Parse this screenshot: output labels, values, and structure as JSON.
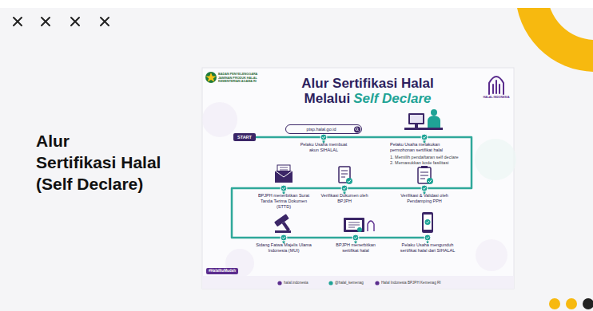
{
  "diagram": {
    "title": "Alur Sertifikasi Halal (Self Declare)",
    "nodes": [
      {
        "text": [
          "START"
        ]
      },
      {
        "text": [
          "ptsp.halal.go.id"
        ]
      },
      {
        "text": [
          "Pelaku Usaha membuat akun SIHALAL"
        ]
      },
      {
        "text": [
          "Pelaku Usaha melakukan permohonan sertifikat halal",
          "1. Memilih pendaftaran self declare 2. Memasukkan kode fasilitasi"
        ]
      },
      {
        "text": [
          "Verifikasi & Validasi oleh Pendamping PPH"
        ]
      },
      {
        "text": [
          "Verifikasi Dokumen oleh BPJPH"
        ]
      },
      {
        "text": [
          "BPJPH menerbitkan Surat Tanda Terima Dokumen (STTD)"
        ]
      },
      {
        "text": [
          "Sidang Fatwa Majelis Ulama Indonesia (MUI)"
        ]
      },
      {
        "text": [
          "BPJPH menerbitkan sertifikat halal"
        ]
      },
      {
        "text": [
          "Pelaku Usaha mengunduh sertifikat halal dari SIHALAL"
        ]
      }
    ],
    "edges": [
      {
        "from": 0,
        "to": 2,
        "arrow": "none"
      },
      {
        "from": 2,
        "to": 3,
        "arrow": "none"
      },
      {
        "from": 3,
        "to": 4,
        "arrow": "none"
      },
      {
        "from": 4,
        "to": 5,
        "arrow": "none"
      },
      {
        "from": 5,
        "to": 6,
        "arrow": "none"
      },
      {
        "from": 6,
        "to": 7,
        "arrow": "none"
      },
      {
        "from": 7,
        "to": 8,
        "arrow": "none"
      },
      {
        "from": 8,
        "to": 9,
        "arrow": "none"
      }
    ],
    "labels": [
      "BADAN PENYELENGGARA JAMINAN PRODUK HALAL KEMENTERIAN AGAMA RI",
      "Alur Sertifikasi Halal Melalui",
      "Self Declare",
      "HALAL INDONESIA",
      "#HalalItuMudah",
      "halal.indonesia",
      "@halal_kemenag",
      "Halal Indonesia BPJPH Kemenag RI"
    ]
  }
}
